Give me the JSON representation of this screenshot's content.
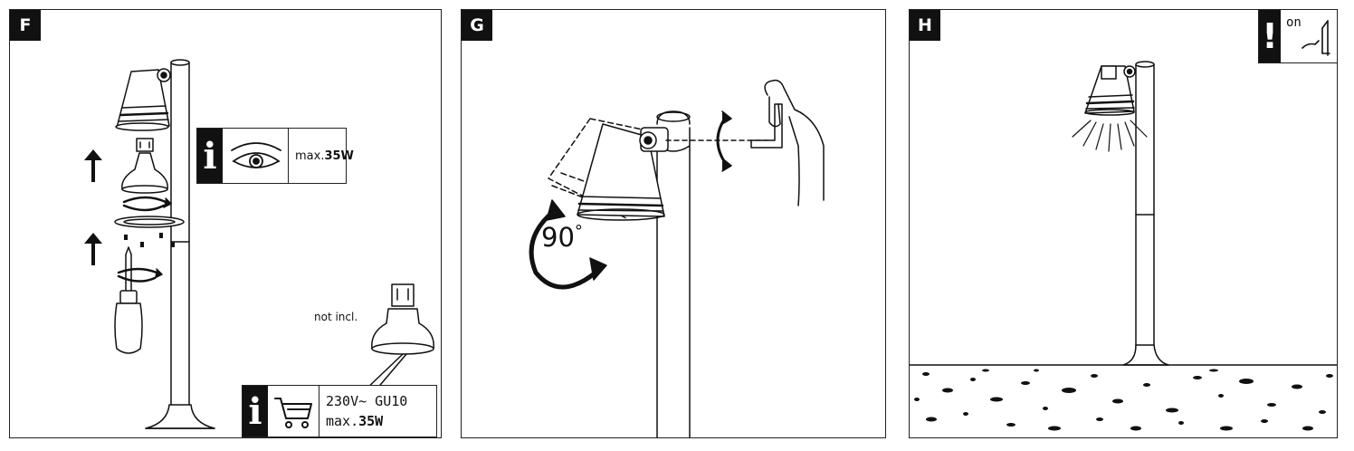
{
  "panels": {
    "f": {
      "step": "F",
      "not_included": "not incl.",
      "wattage_box": {
        "prefix": "max.",
        "value": "35W"
      },
      "bulb_box": {
        "line1": "230V~ GU10",
        "line2_prefix": "max.",
        "line2_value": "35W"
      },
      "icons": [
        "info-icon",
        "eye-icon",
        "shopping-cart-icon",
        "screwdriver-icon",
        "rotate-arrow-icon",
        "up-arrow-icon"
      ]
    },
    "g": {
      "step": "G",
      "angle_value": "90",
      "angle_unit": "°",
      "icons": [
        "hex-key-icon",
        "hand-icon",
        "rotate-arrow-icon"
      ]
    },
    "h": {
      "step": "H",
      "switch_label": "on",
      "icons": [
        "warning-icon",
        "switch-icon",
        "light-rays-icon"
      ]
    }
  }
}
